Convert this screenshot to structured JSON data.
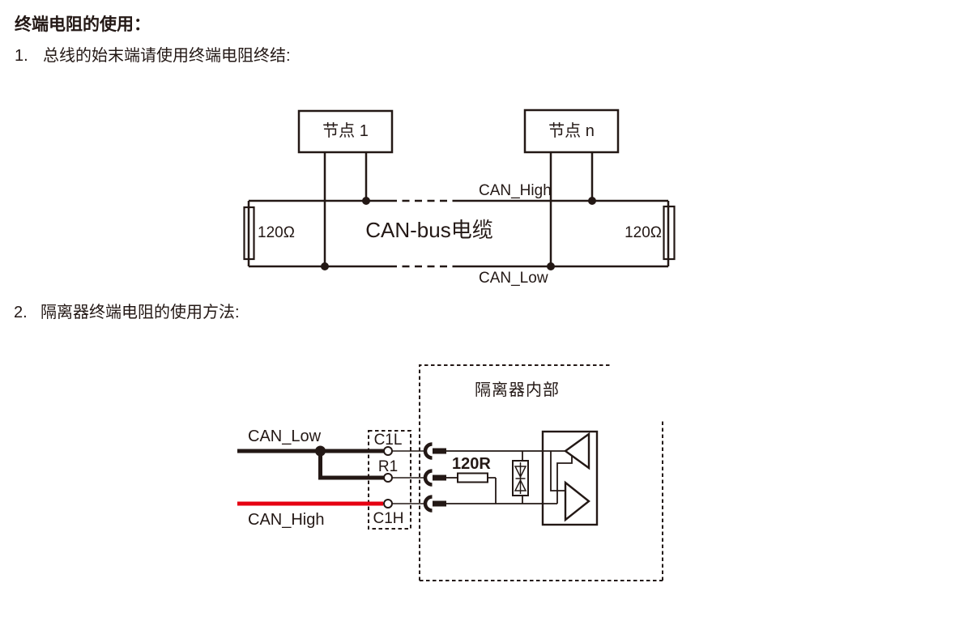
{
  "heading": {
    "title": "终端电阻的使用："
  },
  "list": {
    "item1": {
      "num": "1.",
      "text": "总线的始末端请使用终端电阻终结:"
    },
    "item2": {
      "num": "2.",
      "text": "隔离器终端电阻的使用方法:"
    }
  },
  "diagram1": {
    "node1": "节点 1",
    "node_n": "节点 n",
    "resistor_left": "120Ω",
    "resistor_right": "120Ω",
    "can_high": "CAN_High",
    "can_low": "CAN_Low",
    "cable": "CAN-bus电缆"
  },
  "diagram2": {
    "isolator_label": "隔离器内部",
    "can_low": "CAN_Low",
    "can_high": "CAN_High",
    "terminal_c1l": "C1L",
    "terminal_r1": "R1",
    "terminal_c1h": "C1H",
    "resistor": "120R"
  },
  "colors": {
    "ink": "#231815",
    "wire_red": "#e60012",
    "background": "#ffffff"
  }
}
